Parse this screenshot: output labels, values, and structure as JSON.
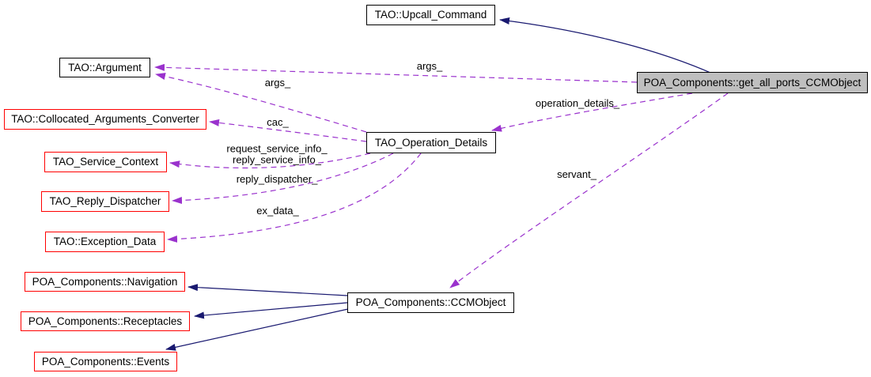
{
  "diagram_type": "collaboration-graph",
  "colors": {
    "inheritance_edge": "#191970",
    "usage_edge": "#9a32cd",
    "current_node_fill": "#bfbfbf",
    "referenced_node_border": "#ff0000",
    "node_border": "#000000",
    "background": "#ffffff"
  },
  "nodes": {
    "upcall": {
      "label": "TAO::Upcall_Command"
    },
    "argument": {
      "label": "TAO::Argument"
    },
    "collocated": {
      "label": "TAO::Collocated_Arguments_Converter"
    },
    "service_context": {
      "label": "TAO_Service_Context"
    },
    "reply_dispatcher": {
      "label": "TAO_Reply_Dispatcher"
    },
    "exception_data": {
      "label": "TAO::Exception_Data"
    },
    "navigation": {
      "label": "POA_Components::Navigation"
    },
    "receptacles": {
      "label": "POA_Components::Receptacles"
    },
    "events": {
      "label": "POA_Components::Events"
    },
    "operation_details": {
      "label": "TAO_Operation_Details"
    },
    "ccmobject": {
      "label": "POA_Components::CCMObject"
    },
    "get_all_ports": {
      "label": "POA_Components::get_all_ports_CCMObject"
    }
  },
  "edge_labels": {
    "args_top": "args_",
    "args_mid": "args_",
    "cac": "cac_",
    "service_info": "request_service_info_\nreply_service_info_",
    "reply_dispatcher": "reply_dispatcher_",
    "ex_data": "ex_data_",
    "operation_details": "operation_details_",
    "servant": "servant_"
  }
}
